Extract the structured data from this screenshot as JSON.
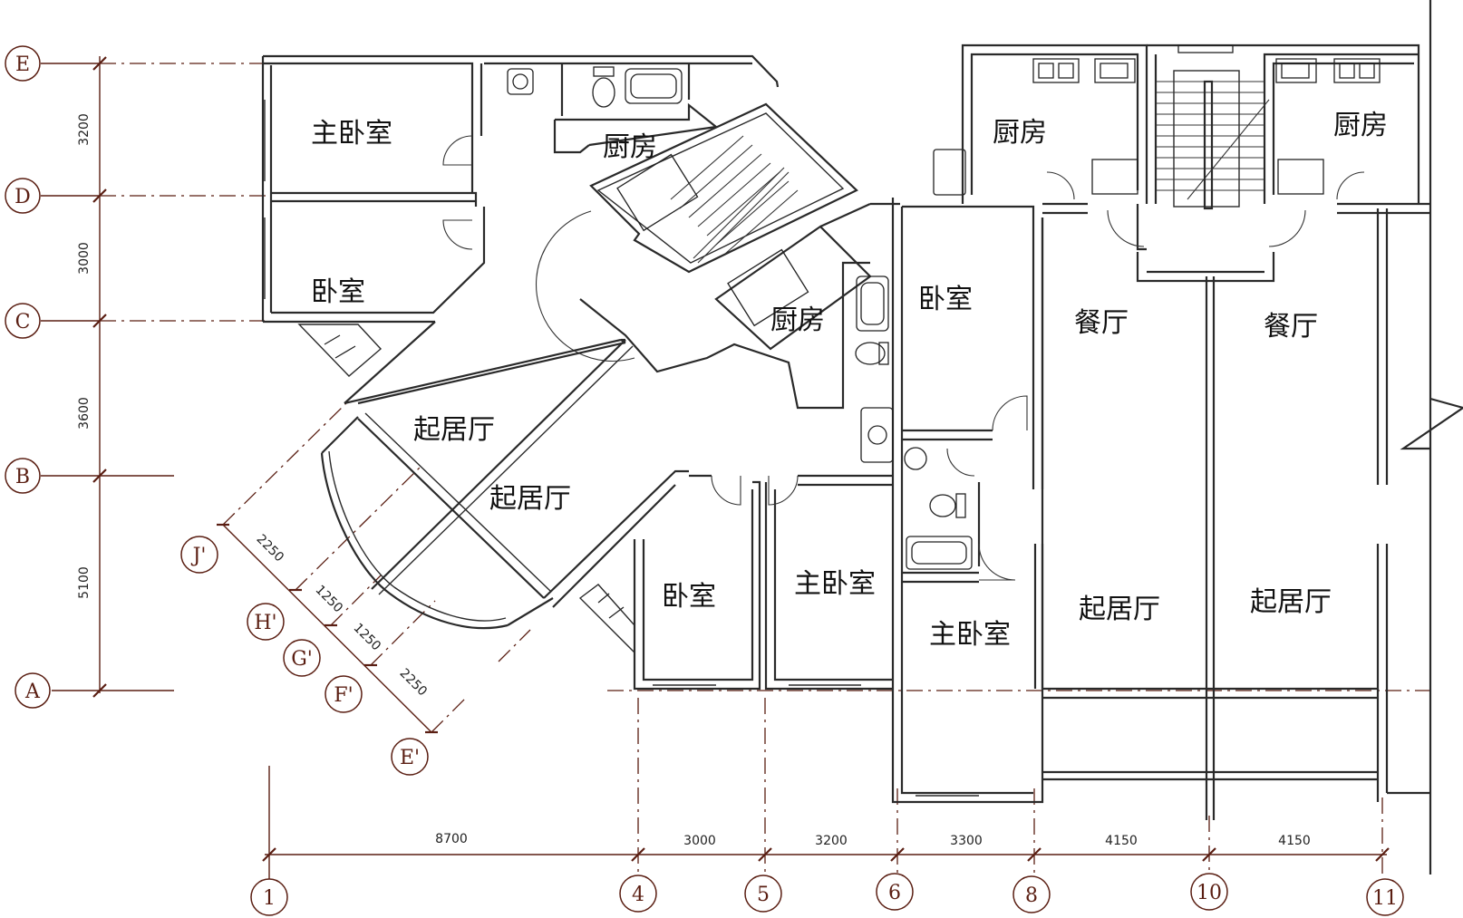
{
  "axes_rows": [
    {
      "label": "E"
    },
    {
      "label": "D"
    },
    {
      "label": "C"
    },
    {
      "label": "B"
    },
    {
      "label": "A"
    }
  ],
  "axes_cols": [
    {
      "label": "1"
    },
    {
      "label": "4"
    },
    {
      "label": "5"
    },
    {
      "label": "6"
    },
    {
      "label": "8"
    },
    {
      "label": "10"
    },
    {
      "label": "11"
    }
  ],
  "axes_diag": [
    {
      "label": "J'"
    },
    {
      "label": "H'"
    },
    {
      "label": "G'"
    },
    {
      "label": "F'"
    },
    {
      "label": "E'"
    }
  ],
  "dims_left": [
    "3200",
    "3000",
    "3600",
    "5100"
  ],
  "dims_bottom": [
    "8700",
    "3000",
    "3200",
    "3300",
    "4150",
    "4150"
  ],
  "dims_diag": [
    "2250",
    "1250",
    "1250",
    "2250"
  ],
  "rooms": [
    {
      "label": "主卧室"
    },
    {
      "label": "卧室"
    },
    {
      "label": "厨房"
    },
    {
      "label": "厨房"
    },
    {
      "label": "起居厅"
    },
    {
      "label": "起居厅"
    },
    {
      "label": "卧室"
    },
    {
      "label": "主卧室"
    },
    {
      "label": "卧室"
    },
    {
      "label": "主卧室"
    },
    {
      "label": "厨房"
    },
    {
      "label": "厨房"
    },
    {
      "label": "餐厅"
    },
    {
      "label": "餐厅"
    },
    {
      "label": "起居厅"
    },
    {
      "label": "起居厅"
    }
  ]
}
